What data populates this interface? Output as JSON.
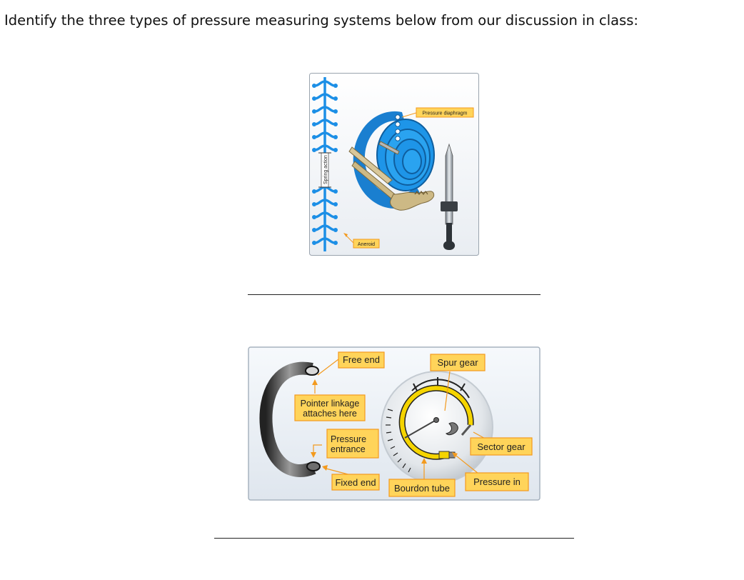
{
  "question": "Identify the three types of pressure measuring systems below from our discussion in class:",
  "figure_1": {
    "labels": {
      "spring_action": "Spring action",
      "pressure_diaphragm": "Pressure diaphragm",
      "aneroid": "Aneroid"
    }
  },
  "figure_2": {
    "labels": {
      "free_end": "Free end",
      "spur_gear": "Spur gear",
      "pointer_linkage_line1": "Pointer linkage",
      "pointer_linkage_line2": "attaches here",
      "pressure_entrance_line1": "Pressure",
      "pressure_entrance_line2": "entrance",
      "sector_gear": "Sector gear",
      "fixed_end": "Fixed end",
      "bourdon_tube": "Bourdon tube",
      "pressure_in": "Pressure in"
    }
  },
  "colors": {
    "callout_fill": "#ffd45a",
    "callout_border": "#f39a1e",
    "diaphragm_blue": "#1b8fe0",
    "tube_yellow": "#f5d400"
  },
  "answer_blanks": [
    "",
    ""
  ]
}
